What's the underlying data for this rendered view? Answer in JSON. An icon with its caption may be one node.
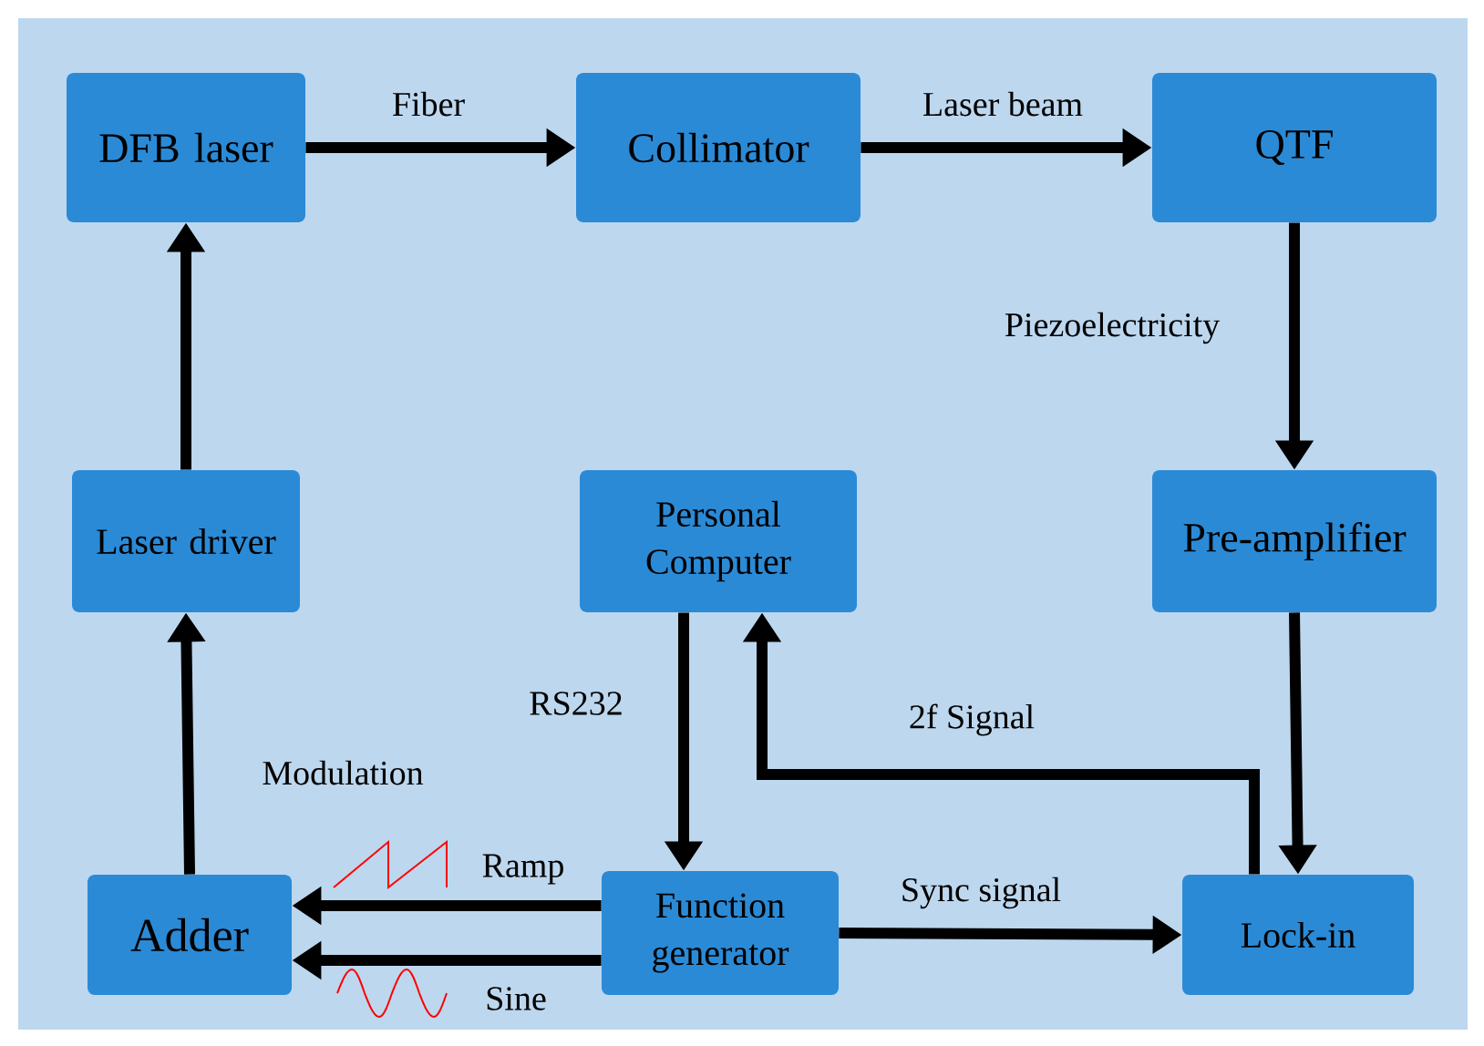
{
  "diagram": {
    "nodes": [
      {
        "text": [
          "DFB laser"
        ]
      },
      {
        "text": [
          "Collimator"
        ]
      },
      {
        "text": [
          "QTF"
        ]
      },
      {
        "text": [
          "Laser driver"
        ]
      },
      {
        "text": [
          "Personal Computer"
        ]
      },
      {
        "text": [
          "Pre-amplifier"
        ]
      },
      {
        "text": [
          "Adder"
        ]
      },
      {
        "text": [
          "Function generator"
        ]
      },
      {
        "text": [
          "Lock-in"
        ]
      }
    ],
    "edges": [
      {
        "from": 0,
        "to": 1,
        "arrow": "to",
        "label": "Fiber"
      },
      {
        "from": 1,
        "to": 2,
        "arrow": "to",
        "label": "Laser beam"
      },
      {
        "from": 2,
        "to": 5,
        "arrow": "to",
        "label": "Piezoelectricity"
      },
      {
        "from": 3,
        "to": 0,
        "arrow": "to"
      },
      {
        "from": 6,
        "to": 3,
        "arrow": "to",
        "label": "Modulation"
      },
      {
        "from": 4,
        "to": 7,
        "arrow": "to",
        "label": "RS232"
      },
      {
        "from": 7,
        "to": 6,
        "arrow": "to",
        "label": "Ramp"
      },
      {
        "from": 7,
        "to": 6,
        "arrow": "to",
        "label": "Sine"
      },
      {
        "from": 7,
        "to": 8,
        "arrow": "to",
        "label": "Sync signal"
      },
      {
        "from": 8,
        "to": 4,
        "arrow": "to",
        "label": "2f Signal"
      },
      {
        "from": 5,
        "to": 8,
        "arrow": "to"
      }
    ]
  }
}
